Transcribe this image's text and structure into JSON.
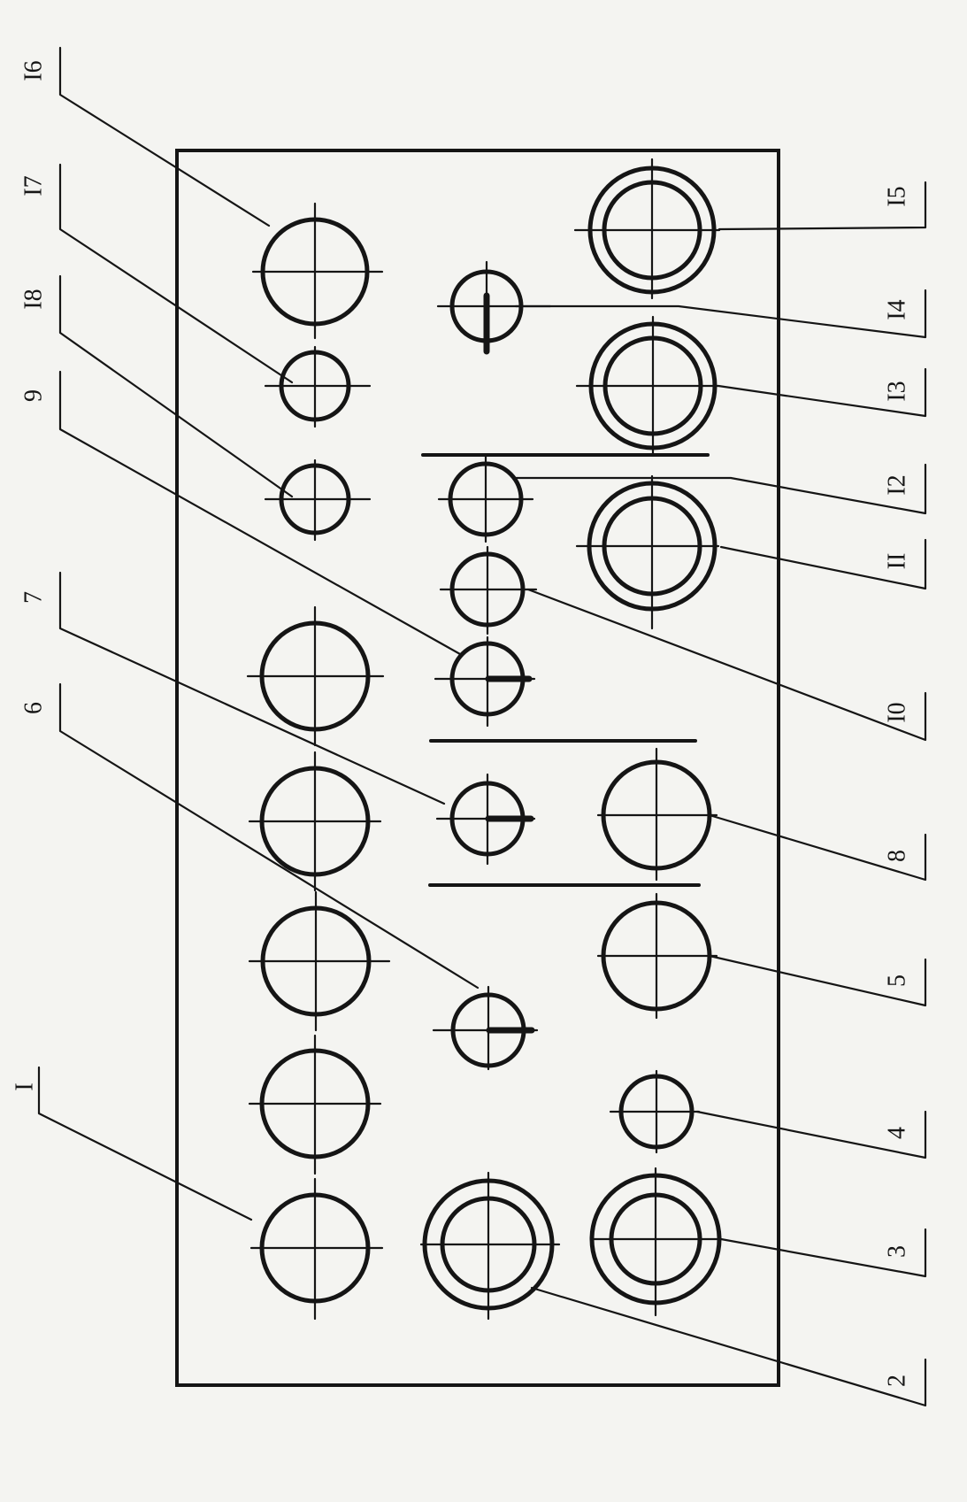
{
  "diagram": {
    "background": "#f4f4f1",
    "ink": "#151515",
    "labels": [
      "I",
      "2",
      "3",
      "4",
      "5",
      "6",
      "7",
      "8",
      "9",
      "I0",
      "II",
      "I2",
      "I3",
      "I4",
      "I5",
      "I6",
      "I7",
      "I8"
    ]
  }
}
